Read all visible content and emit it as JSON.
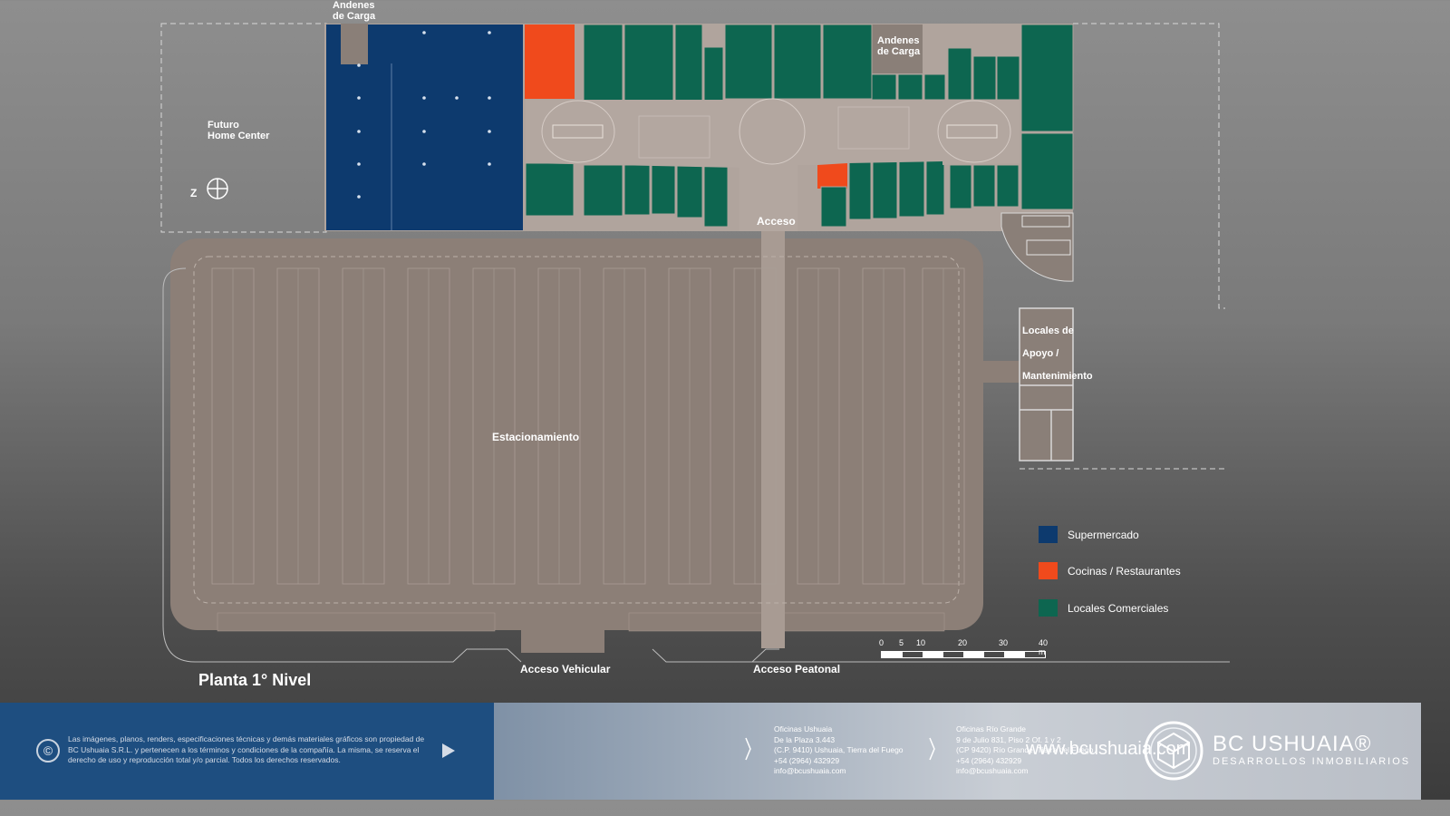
{
  "plan": {
    "title": "Planta 1° Nivel",
    "labels": {
      "andenes_top": [
        "Andenes",
        "de Carga"
      ],
      "andenes_right": [
        "Andenes",
        "de Carga"
      ],
      "futuro": [
        "Futuro",
        "Home Center"
      ],
      "acceso": "Acceso",
      "estacionamiento": "Estacionamiento",
      "locales_apoyo": [
        "Locales de",
        "Apoyo /",
        "Mantenimiento"
      ],
      "acceso_vehicular": "Acceso Vehicular",
      "acceso_peatonal": "Acceso Peatonal",
      "north": "Z"
    },
    "colors": {
      "supermercado": "#0d3a6e",
      "restaurantes": "#f04a1c",
      "locales": "#0d6650",
      "mall_floor": "#b0a49d",
      "parking": "#8c7f77"
    }
  },
  "legend": [
    {
      "label": "Supermercado",
      "color": "#0d3a6e"
    },
    {
      "label": "Cocinas / Restaurantes",
      "color": "#f04a1c"
    },
    {
      "label": "Locales Comerciales",
      "color": "#0d6650"
    }
  ],
  "scale": {
    "ticks": [
      "0",
      "5",
      "10",
      "20",
      "30",
      "40 m"
    ]
  },
  "footer": {
    "disclaimer": "Las imágenes, planos, renders, especificaciones técnicas y demás materiales gráficos son propiedad de BC Ushuaia S.R.L. y pertenecen a los términos y condiciones de la compañía. La misma, se reserva el derecho de uso y reproducción total y/o parcial. Todos los derechos reservados.",
    "copyright_symbol": "©",
    "website": "www.bcushuaia.com",
    "office_ushuaia": [
      "Oficinas Ushuaia",
      "De la Plaza 3.443",
      "(C.P. 9410) Ushuaia, Tierra del Fuego",
      "+54 (2964) 432929",
      "info@bcushuaia.com"
    ],
    "office_riogrande": [
      "Oficinas Río Grande",
      "9 de Julio 831, Piso 2 Of. 1 y 2",
      "(CP 9420) Río Grande, Tierra del Fuego",
      "+54 (2964) 432929",
      "info@bcushuaia.com"
    ],
    "brand_name": "BC USHUAIA®",
    "brand_sub": "DESARROLLOS INMOBILIARIOS"
  }
}
